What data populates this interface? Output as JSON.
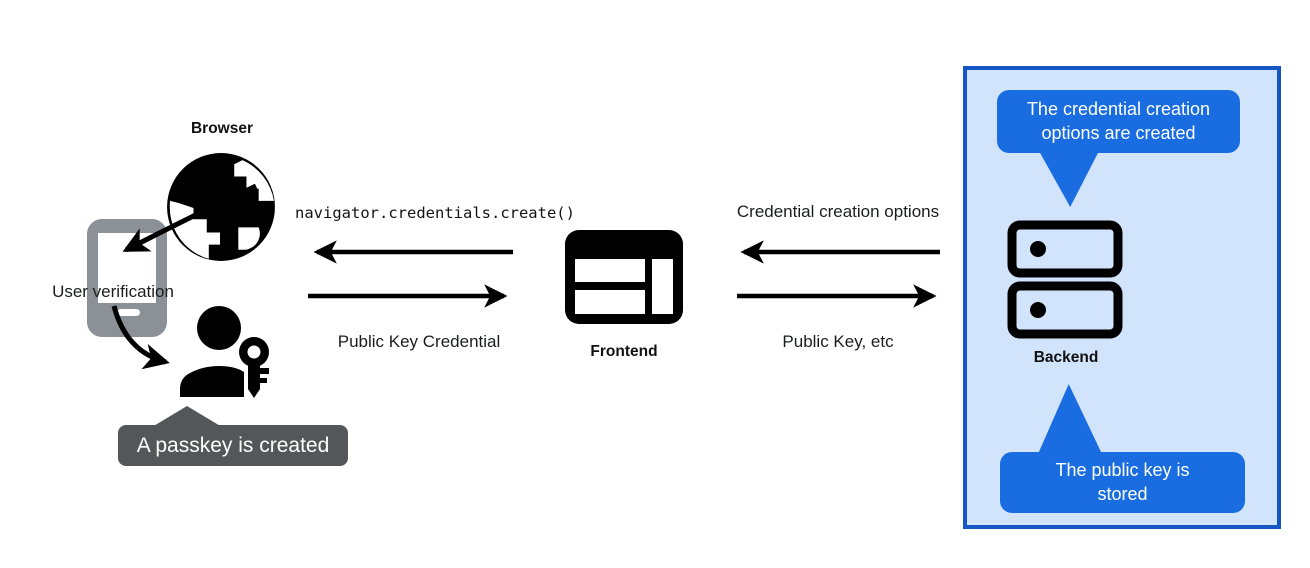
{
  "nodes": {
    "browser": {
      "label": "Browser"
    },
    "user_verification": {
      "label": "User verification"
    },
    "frontend": {
      "label": "Frontend"
    },
    "backend": {
      "label": "Backend"
    }
  },
  "messages": {
    "frontend_to_browser": "navigator.credentials.create()",
    "browser_to_frontend": "Public Key Credential",
    "backend_to_frontend": "Credential creation options",
    "frontend_to_backend": "Public Key, etc"
  },
  "callouts": {
    "passkey_created": "A passkey is created",
    "options_created": "The credential creation options are created",
    "public_key_stored": "The public key is stored"
  },
  "icons": {
    "globe": "globe-icon",
    "smartphone": "smartphone-icon",
    "person_key": "person-key-icon",
    "browser_window": "browser-window-icon",
    "server": "server-icon"
  },
  "colors": {
    "bubble-blue": "#1a6de0",
    "panel-border": "#1456c4",
    "panel-fill": "#d2e3fc",
    "tooltip-gray": "#545659",
    "phone-gray": "#8b9197",
    "ink": "#111111"
  }
}
